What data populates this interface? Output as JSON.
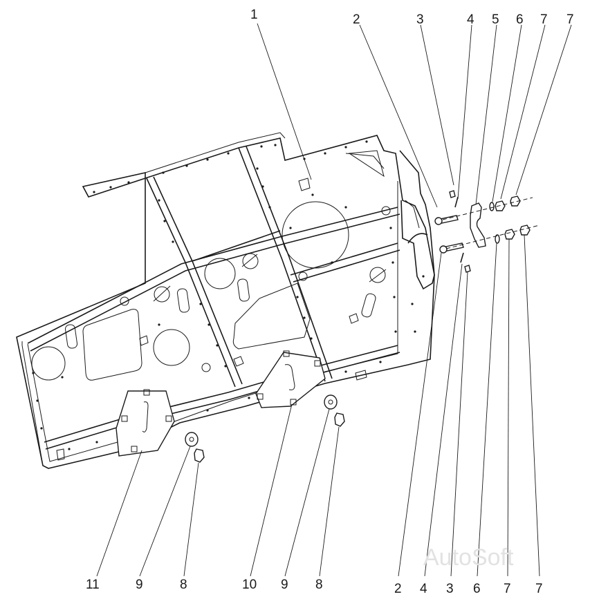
{
  "callouts": {
    "top": [
      "1",
      "2",
      "3",
      "4",
      "5",
      "6",
      "7",
      "7"
    ],
    "bottom": [
      "11",
      "9",
      "8",
      "10",
      "9",
      "8",
      "2",
      "4",
      "3",
      "6",
      "7",
      "7"
    ]
  },
  "watermark": "AutoSoft"
}
